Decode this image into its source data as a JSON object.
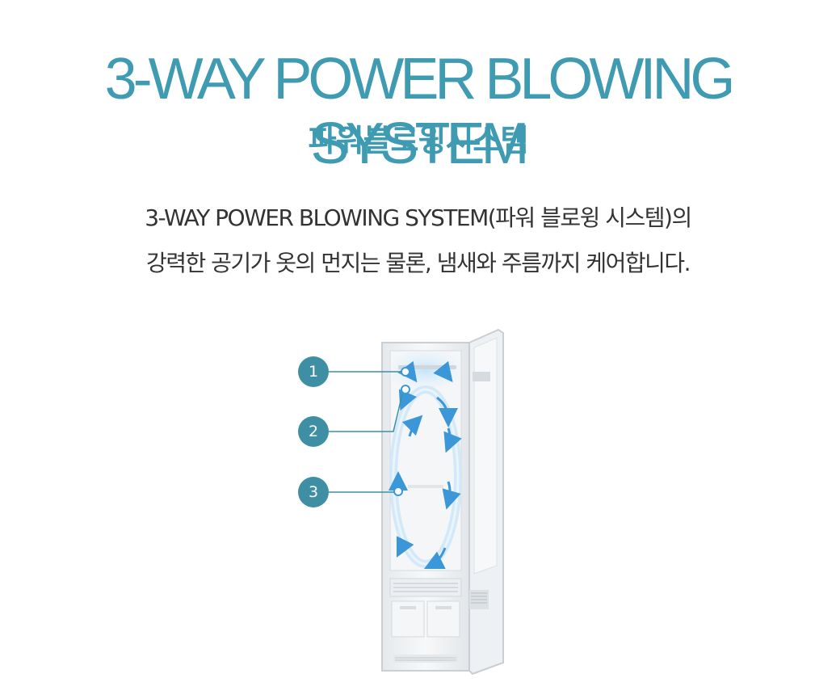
{
  "header": {
    "title": "3-WAY POWER BLOWING SYSTEM",
    "subtitle": "파워블로윙시스템"
  },
  "description": {
    "line1": "3-WAY POWER BLOWING SYSTEM(파워 블로윙 시스템)의",
    "line2": "강력한 공기가 옷의 먼지는 물론, 냄새와 주름까지 케어합니다."
  },
  "figure": {
    "markers": [
      {
        "label": "1"
      },
      {
        "label": "2"
      },
      {
        "label": "3"
      }
    ],
    "accent_color": "#3f9bb2",
    "airflow_color": "#4aa8e0"
  }
}
